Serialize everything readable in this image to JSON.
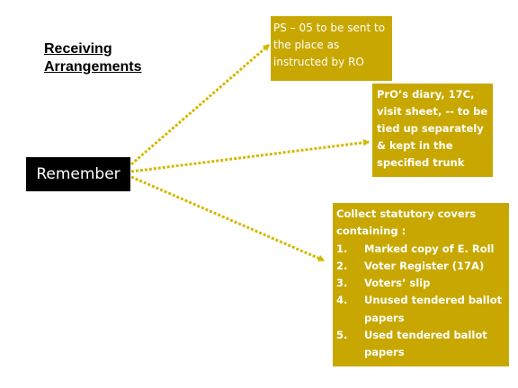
{
  "title": "Receiving Arrangements",
  "remember_label": "Remember",
  "box1_text": "PS – 05 to be sent to the place as instructed by RO",
  "box2_text": "PrO’s diary, 17C, visit sheet, -- to be tied up separately & kept in the specified trunk",
  "box3": {
    "heading": "Collect statutory covers containing :",
    "items": [
      {
        "num": "1.",
        "text": "Marked copy of E. Roll"
      },
      {
        "num": "2.",
        "text": "Voter Register (17A)"
      },
      {
        "num": "3.",
        "text": "Voters’ slip"
      },
      {
        "num": "4.",
        "text": "Unused tendered ballot papers"
      },
      {
        "num": "5.",
        "text": "Used tendered ballot papers"
      }
    ]
  },
  "colors": {
    "box_fill": "#c8a800",
    "arrow": "#d4b800",
    "remember_fill": "#000000"
  }
}
